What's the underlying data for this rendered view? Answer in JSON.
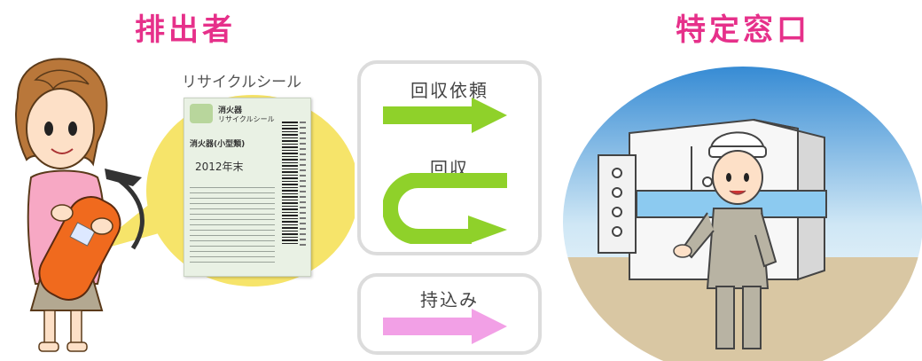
{
  "discharger": {
    "title": "排出者"
  },
  "window": {
    "title": "特定窓口"
  },
  "sticker": {
    "caption": "リサイクルシール",
    "brand_line1": "消火器",
    "brand_line2": "リサイクルシール",
    "product_label": "消火器(小型類)",
    "year": "2012年末"
  },
  "flows": {
    "collection_request": "回収依頼",
    "collection": "回収",
    "bring_in": "持込み"
  },
  "colors": {
    "heading": "#e6308a",
    "green_arrow": "#8fd12a",
    "pink_arrow": "#f2a0e6",
    "sticker_highlight": "#f6e46a",
    "sky": "#2e86d2"
  }
}
